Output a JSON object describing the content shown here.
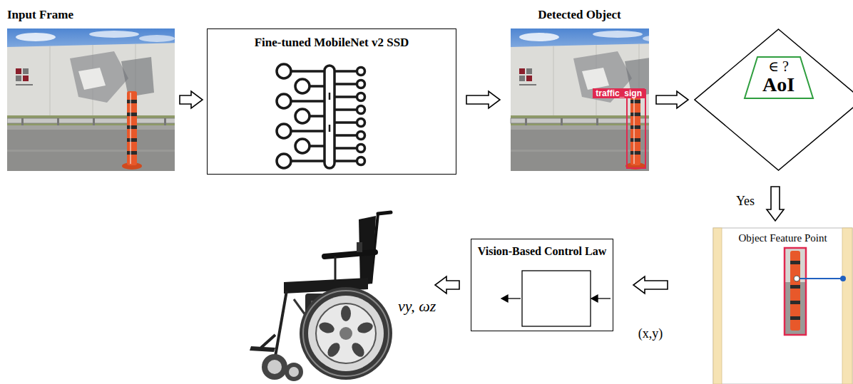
{
  "diagram": {
    "nodes": [
      {
        "text": [
          "Input Frame"
        ]
      },
      {
        "text": [
          "Fine-tuned MobileNet v2 SSD"
        ]
      },
      {
        "text": [
          "Detected Object"
        ]
      },
      {
        "text": [
          "traffic_sign"
        ],
        "in": 2
      },
      {
        "text": [
          "∈ ?",
          "AoI"
        ]
      },
      {
        "text": [
          "Object Feature Point"
        ]
      },
      {
        "text": [
          "Vision-Based Control Law"
        ]
      },
      {
        "text": [
          "vy, ωz"
        ]
      }
    ],
    "edges": [
      {
        "from": 0,
        "to": 1,
        "arrow": "to"
      },
      {
        "from": 1,
        "to": 2,
        "arrow": "to"
      },
      {
        "from": 2,
        "to": 4,
        "arrow": "to"
      },
      {
        "from": 4,
        "to": 5,
        "label": "Yes",
        "arrow": "to"
      },
      {
        "from": 5,
        "to": 6,
        "label": "(x,y)",
        "arrow": "to"
      },
      {
        "from": 6,
        "to": 7,
        "arrow": "to"
      }
    ]
  }
}
